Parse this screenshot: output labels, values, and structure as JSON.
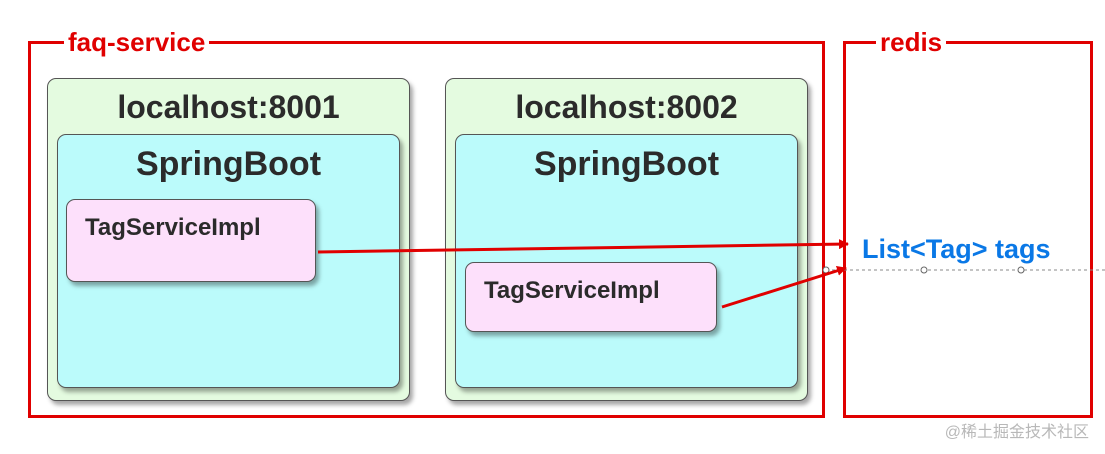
{
  "groups": {
    "faq_service": {
      "label": "faq-service"
    },
    "redis": {
      "label": "redis"
    }
  },
  "hosts": [
    {
      "title": "localhost:8001",
      "app": "SpringBoot",
      "component": "TagServiceImpl"
    },
    {
      "title": "localhost:8002",
      "app": "SpringBoot",
      "component": "TagServiceImpl"
    }
  ],
  "redis_key": "List<Tag> tags",
  "watermark": "@稀土掘金技术社区",
  "colors": {
    "group_border": "#e00000",
    "host_fill": "#e4fbe0",
    "app_fill": "#bbfbfb",
    "component_fill": "#fde0fb",
    "arrow": "#e00000",
    "key_text": "#0a78e6"
  }
}
